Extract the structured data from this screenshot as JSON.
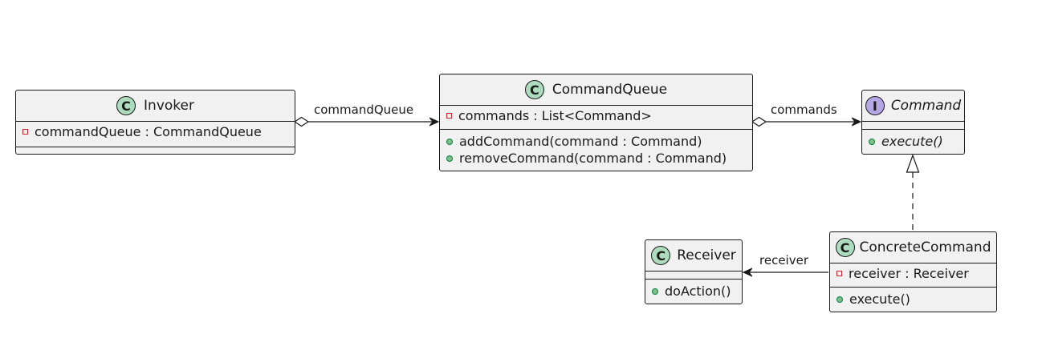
{
  "classes": {
    "invoker": {
      "stereotype": "C",
      "name": "Invoker",
      "attributes": [
        "commandQueue :  CommandQueue"
      ]
    },
    "command_queue": {
      "stereotype": "C",
      "name": "CommandQueue",
      "attributes": [
        "commands : List<Command>"
      ],
      "methods": [
        "addCommand(command : Command)",
        "removeCommand(command : Command)"
      ]
    },
    "command": {
      "stereotype": "I",
      "name": "Command",
      "methods": [
        "execute()"
      ]
    },
    "receiver": {
      "stereotype": "C",
      "name": "Receiver",
      "methods": [
        "doAction()"
      ]
    },
    "concrete_command": {
      "stereotype": "C",
      "name": "ConcreteCommand",
      "attributes": [
        "receiver : Receiver"
      ],
      "methods": [
        "execute()"
      ]
    }
  },
  "relations": {
    "invoker_to_queue": "commandQueue",
    "queue_to_command": "commands",
    "concrete_to_receiver": "receiver"
  }
}
